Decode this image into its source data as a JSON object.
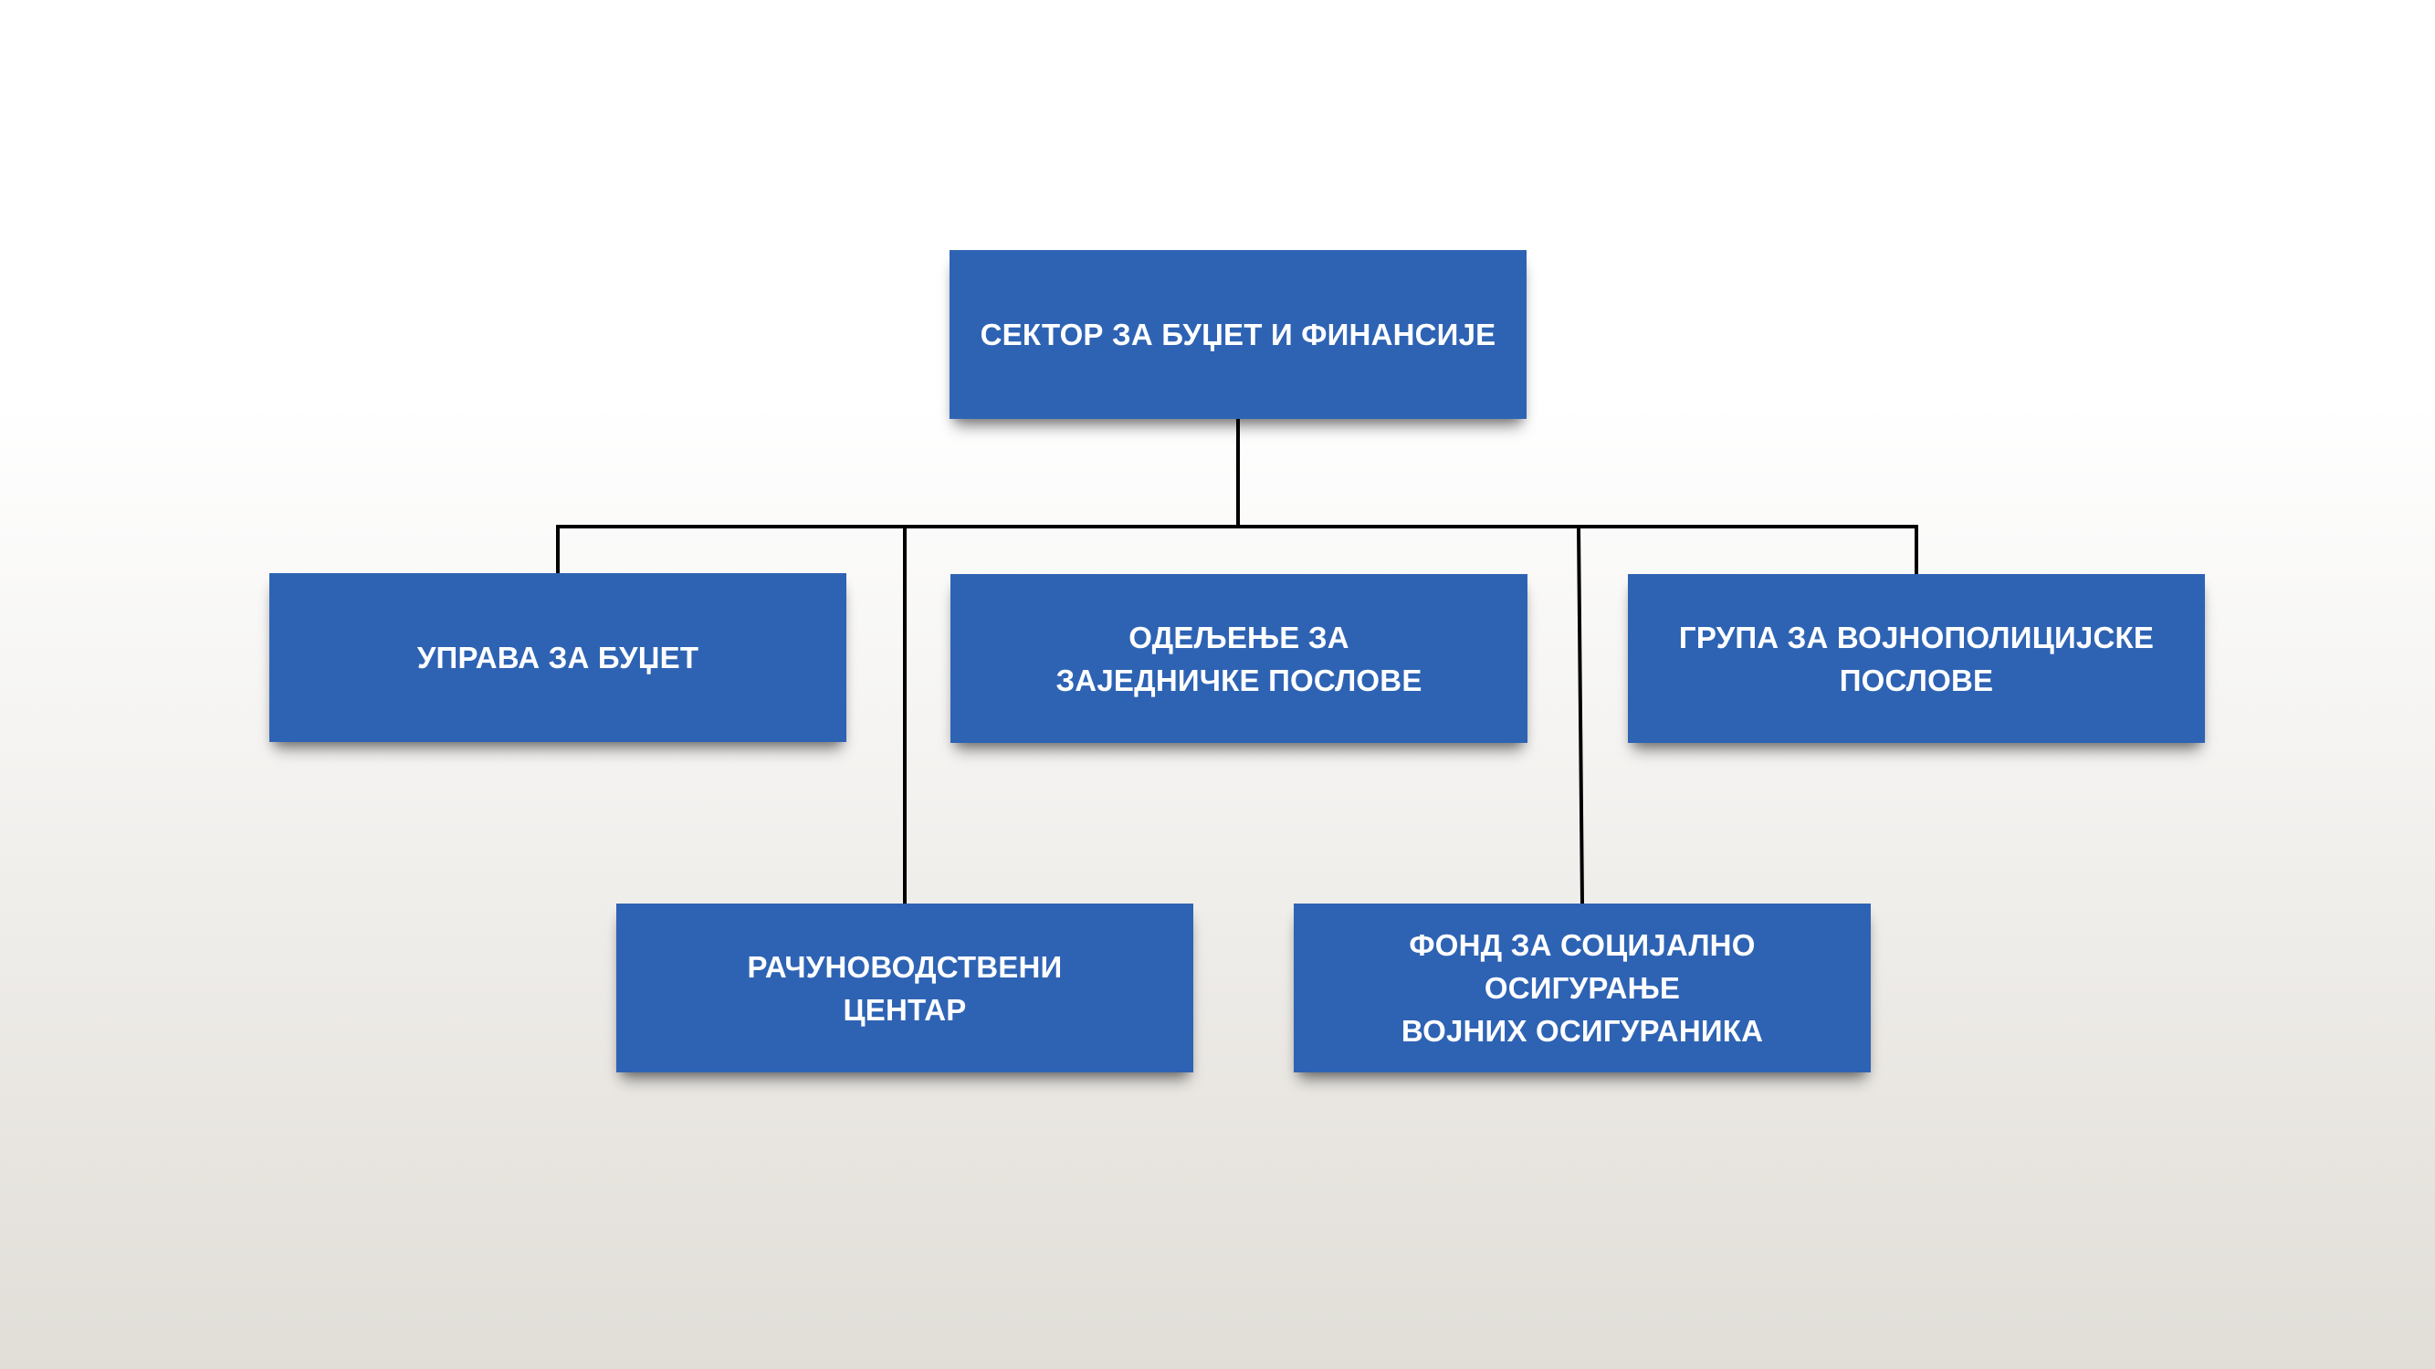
{
  "diagram": {
    "root": {
      "label": "СЕКТОР ЗА БУЏЕТ И ФИНАНСИЈЕ"
    },
    "children": [
      {
        "id": "uprava-za-budzet",
        "label": "УПРАВА ЗА БУЏЕТ"
      },
      {
        "id": "odeljenje-za-zajednicke-poslove",
        "label": "ОДЕЉЕЊЕ ЗА\nЗАЈЕДНИЧКЕ ПОСЛОВЕ"
      },
      {
        "id": "grupa-za-vojnopolicijske-poslove",
        "label": "ГРУПА ЗА ВОЈНОПОЛИЦИЈСКЕ\nПОСЛОВЕ"
      },
      {
        "id": "racunovodstveni-centar",
        "label": "РАЧУНОВОДСТВЕНИ\nЦЕНТАР"
      },
      {
        "id": "fond-za-socijalno-osiguranje",
        "label": "ФОНД ЗА СОЦИЈАЛНО ОСИГУРАЊЕ\nВОЈНИХ ОСИГУРАНИКА"
      }
    ],
    "colors": {
      "box_fill": "#2e63b4",
      "box_text": "#ffffff",
      "connector": "#000000"
    }
  }
}
